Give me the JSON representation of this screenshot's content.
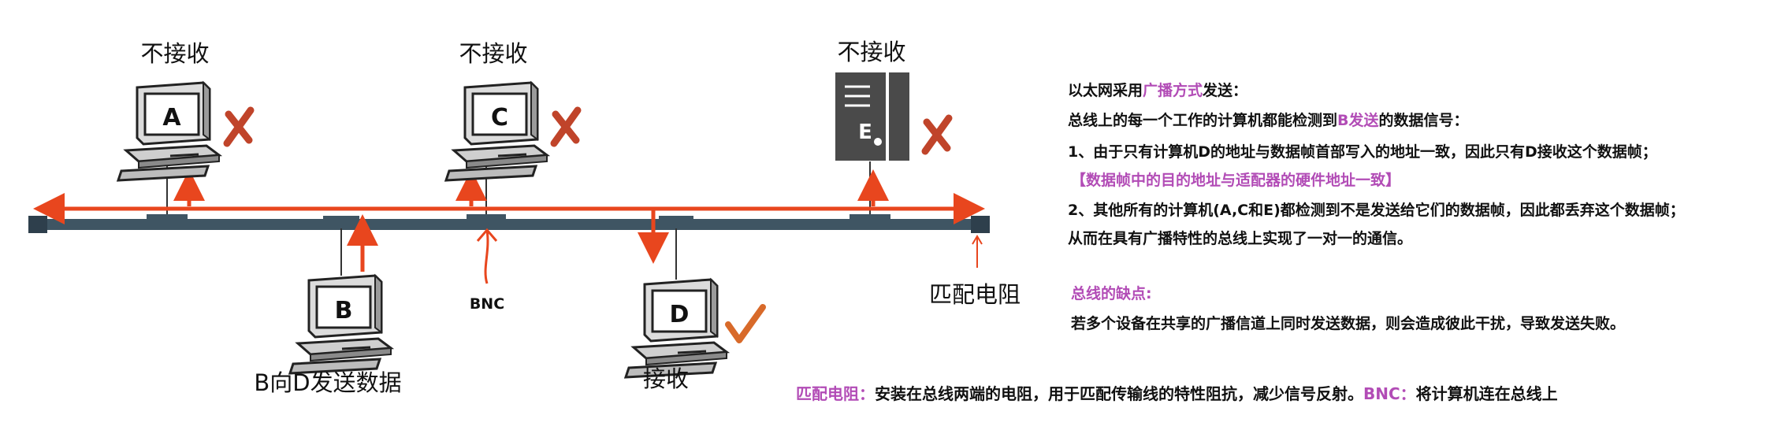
{
  "colors": {
    "bus": "#3f5563",
    "signal": "#e8461e",
    "accent": "#b24cb6",
    "check": "#d86a2a",
    "server": "#4a4a4a"
  },
  "labels": {
    "no_receive_a": "不接收",
    "no_receive_c": "不接收",
    "no_receive_e": "不接收",
    "receive_d": "接收",
    "b_sends": "B向D发送数据",
    "bnc": "BNC",
    "terminator": "匹配电阻"
  },
  "nodes": [
    {
      "id": "A",
      "letter": "A"
    },
    {
      "id": "B",
      "letter": "B"
    },
    {
      "id": "C",
      "letter": "C"
    },
    {
      "id": "D",
      "letter": "D"
    },
    {
      "id": "E",
      "letter": "E"
    }
  ],
  "notes": {
    "l1_a": "以太网采用",
    "l1_b": "广播方式",
    "l1_c": "发送：",
    "l2_a": "总线上的每一个工作的计算机都能检测到",
    "l2_b": "B发送",
    "l2_c": "的数据信号：",
    "l3": "1、由于只有计算机D的地址与数据帧首部写入的地址一致，因此只有D接收这个数据帧；",
    "l4": "【数据帧中的目的地址与适配器的硬件地址一致】",
    "l5": "2、其他所有的计算机(A,C和E)都检测到不是发送给它们的数据帧，因此都丢弃这个数据帧；",
    "l6": "从而在具有广播特性的总线上实现了一对一的通信。",
    "drawback_title": "总线的缺点:",
    "drawback_text": "若多个设备在共享的广播信道上同时发送数据，则会造成彼此干扰，导致发送失败。"
  },
  "bottom_note": {
    "t1": "匹配电阻：",
    "t2": "安装在总线两端的电阻，用于匹配传输线的特性阻抗，减少信号反射。",
    "t3": "BNC：",
    "t4": "将计算机连在总线上"
  }
}
